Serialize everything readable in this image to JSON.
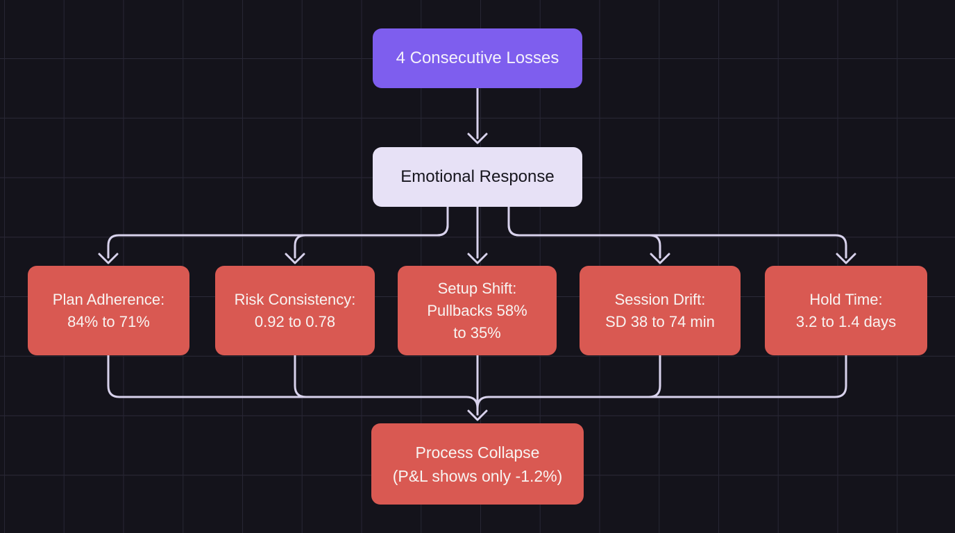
{
  "flowchart": {
    "trigger": {
      "label": "4 Consecutive Losses"
    },
    "response": {
      "label": "Emotional Response"
    },
    "effects": [
      {
        "label": "Plan Adherence:\n84% to 71%"
      },
      {
        "label": "Risk Consistency:\n0.92 to 0.78"
      },
      {
        "label": "Setup Shift:\nPullbacks 58%\nto 35%"
      },
      {
        "label": "Session Drift:\nSD 38 to 74 min"
      },
      {
        "label": "Hold Time:\n3.2 to 1.4 days"
      }
    ],
    "outcome": {
      "label": "Process Collapse\n(P&L shows only -1.2%)"
    },
    "colors": {
      "trigger_fill": "#7e5eee",
      "response_fill": "#e7e1f6",
      "effect_fill": "#d95952",
      "edge_line": "#d8d2ec",
      "background": "#14131b",
      "grid_line": "#272634"
    }
  }
}
